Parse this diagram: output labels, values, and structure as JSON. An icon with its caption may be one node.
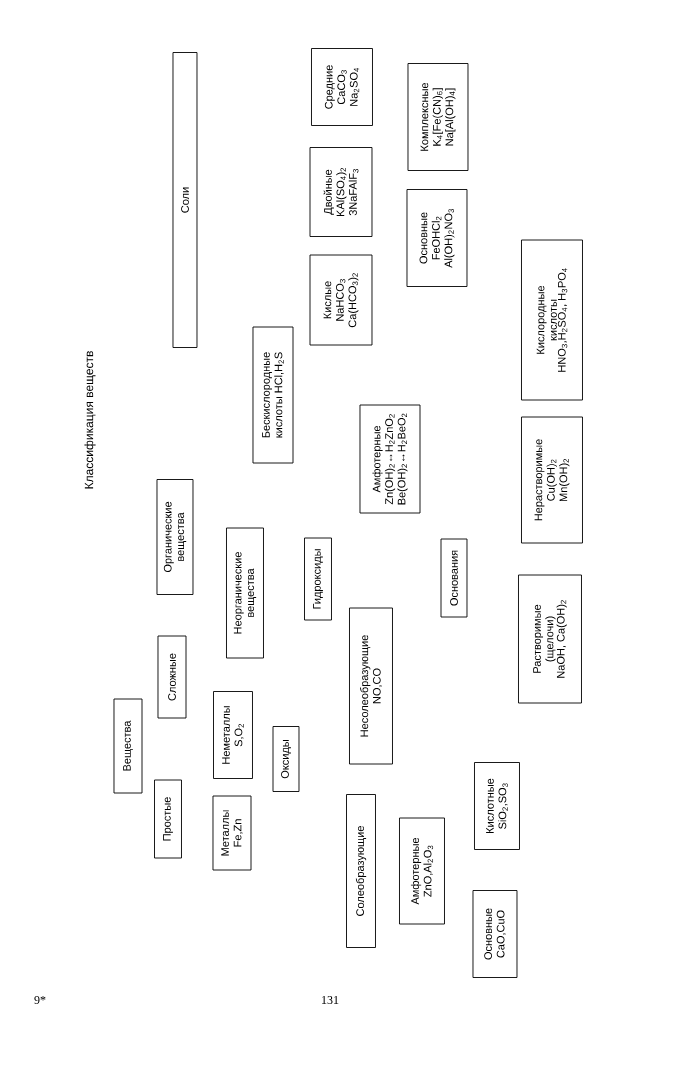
{
  "diagram": {
    "title": "Классификация веществ",
    "nodes": [
      {
        "text": [
          "Вещества"
        ]
      },
      {
        "text": [
          "Простые"
        ]
      },
      {
        "text": [
          "Сложные"
        ]
      },
      {
        "text": [
          "Металлы",
          "Fe,Zn"
        ]
      },
      {
        "text": [
          "Неметаллы",
          "S,O$_{2}$"
        ]
      },
      {
        "text": [
          "Органические вещества"
        ]
      },
      {
        "text": [
          "Неорганические вещества"
        ]
      },
      {
        "text": [
          "Оксиды"
        ]
      },
      {
        "text": [
          "Гидроксиды"
        ]
      },
      {
        "text": [
          "Соли"
        ]
      },
      {
        "text": [
          "Несолеобразующие",
          "NO,CO"
        ]
      },
      {
        "text": [
          "Солеобразующие"
        ]
      },
      {
        "text": [
          "Амфотерные",
          "ZnO,Al$_{2}$O$_{3}$"
        ]
      },
      {
        "text": [
          "Кислотные",
          "SiO$_{2}$,SO$_{3}$"
        ]
      },
      {
        "text": [
          "Основные",
          "CaO,CuO"
        ]
      },
      {
        "text": [
          "Основания"
        ]
      },
      {
        "text": [
          "Амфотерные",
          "Zn(OH)$_{2}$↔H$_{2}$ZnO$_{2}$",
          "Be(OH)$_{2}$↔H$_{2}$BeO$_{2}$"
        ]
      },
      {
        "text": [
          "Бескислородные кислоты HCl,H$_{2}$S"
        ]
      },
      {
        "text": [
          "Кислородные кислоты",
          "HNO$_{3}$,H$_{2}$SO$_{4}$, H$_{3}$PO$_{4}$"
        ]
      },
      {
        "text": [
          "Растворимые (щелочи)",
          "NaOH, Ca(OH)$_{2}$"
        ]
      },
      {
        "text": [
          "Нерастворимые",
          "Cu(OH)$_{2}$",
          "Mn(OH)$_{2}$"
        ]
      },
      {
        "text": [
          "Кислые",
          "NaHCO$_{3}$",
          "Ca(HCO$_{3}$)$_{2}$"
        ]
      },
      {
        "text": [
          "Двойные",
          "KAl(SO$_{4}$)$_{2}$",
          "3NaFAlF$_{3}$"
        ]
      },
      {
        "text": [
          "Средние",
          "CaCO$_{3}$",
          "Na$_{2}$SO$_{4}$"
        ]
      },
      {
        "text": [
          "Основные",
          "FeOHCl$_{2}$",
          "Al(OH)$_{2}$NO$_{3}$"
        ]
      },
      {
        "text": [
          "Комплексные",
          "K$_{4}$[Fe(CN)$_{6}$]",
          "Na[Al(OH)$_{4}$]"
        ]
      }
    ],
    "labels": [
      "9*",
      "131"
    ]
  }
}
